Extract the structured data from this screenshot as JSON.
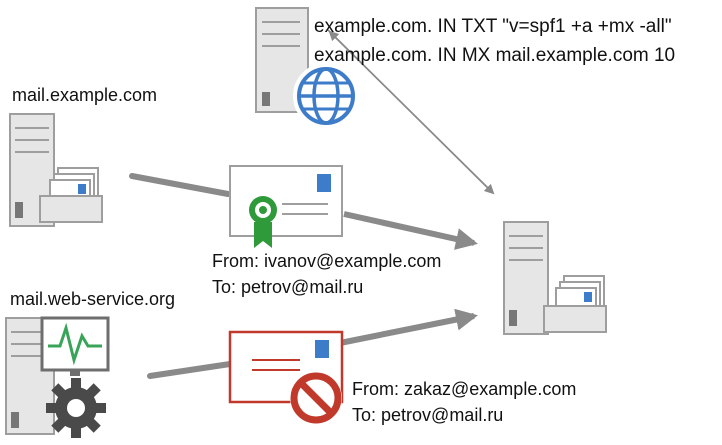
{
  "dns_server": {
    "records": [
      "example.com. IN TXT \"v=spf1 +a +mx -all\"",
      "example.com. IN MX mail.example.com 10"
    ],
    "icon": "globe-icon"
  },
  "sender_legit": {
    "host": "mail.example.com",
    "icon": "mail-server-icon"
  },
  "sender_spam": {
    "host": "mail.web-service.org",
    "icons": [
      "monitor-pulse-icon",
      "gear-icon"
    ]
  },
  "receiver": {
    "icon": "mail-server-icon"
  },
  "letter_legit": {
    "from": "From: ivanov@example.com",
    "to": "To: petrov@mail.ru",
    "badge": "approved-ribbon-icon",
    "border_color": "#9e9e9e"
  },
  "letter_spam": {
    "from": "From: zakaz@example.com",
    "to": "To: petrov@mail.ru",
    "badge": "prohibited-icon",
    "border_color": "#c0392b"
  },
  "colors": {
    "server_gray": "#e6e6e6",
    "server_outline": "#9e9e9e",
    "globe_blue": "#3d7cc9",
    "stamp_blue": "#3d7cc9",
    "ok_green": "#2e9a3a",
    "deny_red": "#c0392b",
    "arrow_gray": "#8a8a8a",
    "monitor_green": "#3aa35a",
    "gear_dark": "#4a4a4a"
  }
}
